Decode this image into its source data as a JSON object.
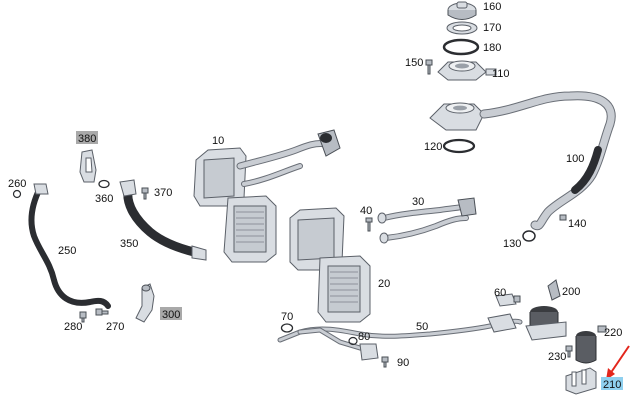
{
  "labels": {
    "l10": "10",
    "l20": "20",
    "l30": "30",
    "l40": "40",
    "l50": "50",
    "l60": "60",
    "l70": "70",
    "l80": "80",
    "l90": "90",
    "l100": "100",
    "l110": "110",
    "l120": "120",
    "l130": "130",
    "l140": "140",
    "l150": "150",
    "l160": "160",
    "l170": "170",
    "l180": "180",
    "l200": "200",
    "l210": "210",
    "l220": "220",
    "l230": "230",
    "l250": "250",
    "l260": "260",
    "l270": "270",
    "l280": "280",
    "l300": "300",
    "l350": "350",
    "l360": "360",
    "l370": "370",
    "l380": "380"
  },
  "highlight": {
    "shaded_parts": [
      "300",
      "380"
    ],
    "selected_part": "210",
    "selected_color": "#8fd0ef",
    "shaded_color": "#a9a9a9",
    "arrow_color": "#e3261c"
  }
}
